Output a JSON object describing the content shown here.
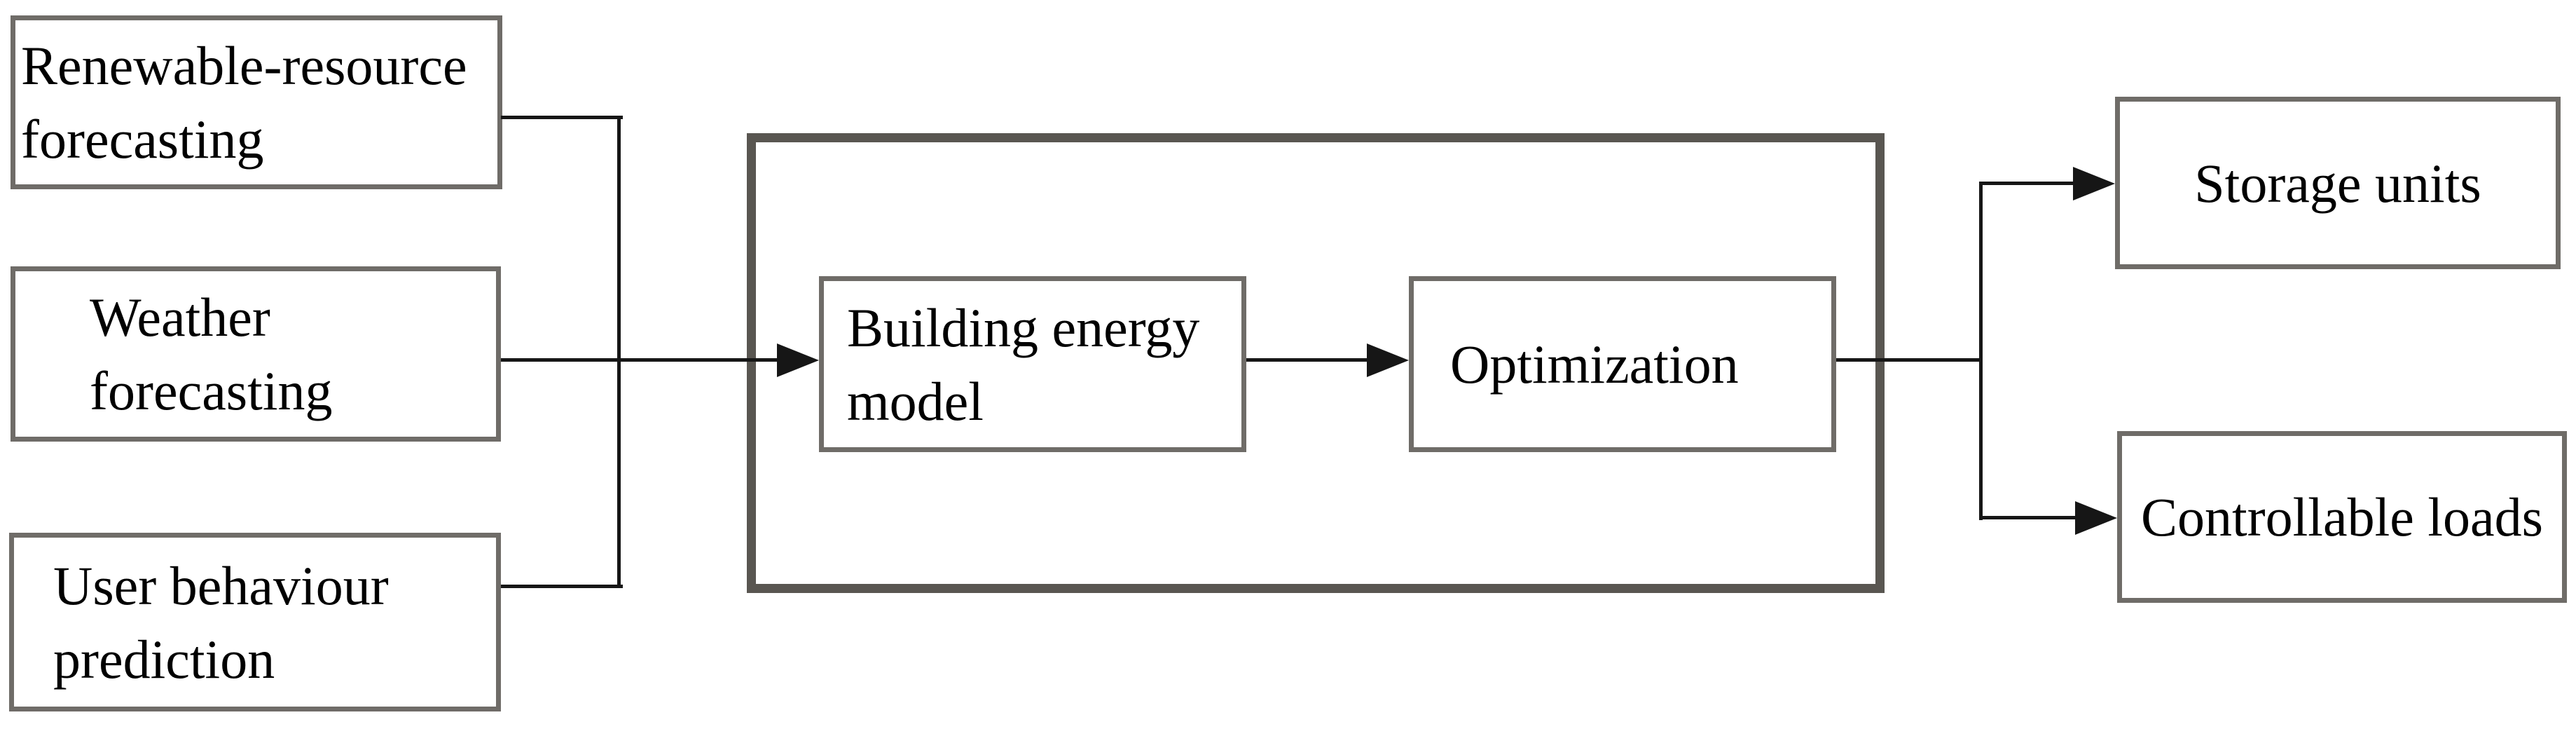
{
  "colors": {
    "background": "#ffffff",
    "line": "#161616",
    "container_border": "#595651",
    "box_border": "#6f6c68"
  },
  "boxes": {
    "renewable": {
      "lines": [
        "Renewable-resource",
        "forecasting"
      ]
    },
    "weather": {
      "lines": [
        "Weather",
        "forecasting"
      ]
    },
    "user": {
      "lines": [
        "User behaviour",
        "prediction"
      ]
    },
    "bem": {
      "lines": [
        "Building energy",
        "model"
      ]
    },
    "optimization": {
      "label": "Optimization"
    },
    "storage": {
      "label": "Storage units"
    },
    "loads": {
      "label": "Controllable loads"
    }
  },
  "edges": [
    {
      "from": "Renewable-resource forecasting",
      "to": "Building energy model"
    },
    {
      "from": "Weather forecasting",
      "to": "Building energy model"
    },
    {
      "from": "User behaviour prediction",
      "to": "Building energy model"
    },
    {
      "from": "Building energy model",
      "to": "Optimization"
    },
    {
      "from": "Optimization",
      "to": "Storage units"
    },
    {
      "from": "Optimization",
      "to": "Controllable loads"
    }
  ]
}
